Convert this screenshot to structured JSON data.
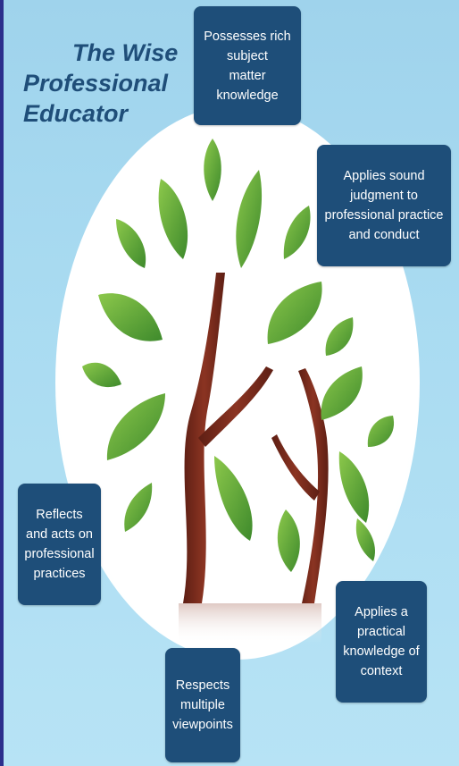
{
  "title": {
    "line1": "The Wise",
    "line2": "Professional",
    "line3": "Educator"
  },
  "boxes": {
    "subject": {
      "lines": [
        "Possesses rich",
        "subject",
        "matter",
        "knowledge"
      ]
    },
    "judgment": {
      "lines": [
        "Applies sound",
        "judgment to",
        "professional practice",
        "and conduct"
      ]
    },
    "reflects": {
      "lines": [
        "Reflects",
        "and acts on",
        "professional",
        "practices"
      ]
    },
    "context": {
      "lines": [
        "Applies a",
        "practical",
        "knowledge of",
        "context"
      ]
    },
    "viewpoints": {
      "lines": [
        "Respects",
        "multiple",
        "viewpoints"
      ]
    }
  },
  "colors": {
    "box_fill": "#1e4e79",
    "title_text": "#1f4e79",
    "background": "#a9dbf1",
    "trunk": "#7a2a1c",
    "leaf": "#5aa83a"
  }
}
